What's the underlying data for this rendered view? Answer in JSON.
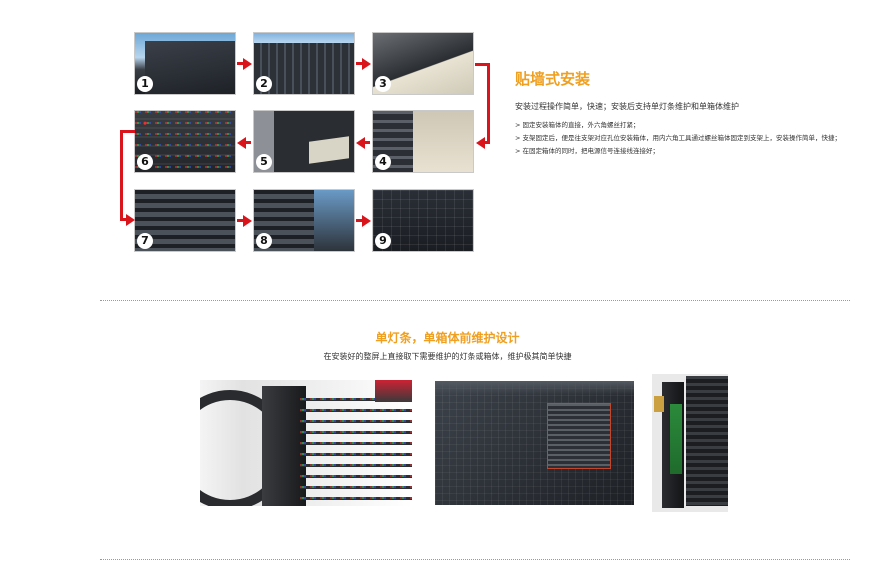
{
  "wall_mount": {
    "title": "贴墙式安装",
    "intro": "安装过程操作简单，快速；安装后支持单灯条维护和单箱体维护",
    "steps": [
      "> 固定安装箱体的直接，外六角螺丝打紧；",
      "> 支架固定后，便是往支架对应孔位安装箱体，用内六角工具通过螺丝箱体固定到支架上，安装操作简单，快捷；",
      "> 在固定箱体的同时，把电源信号连接线连接好；"
    ],
    "step_numbers": [
      "1",
      "2",
      "3",
      "4",
      "5",
      "6",
      "7",
      "8",
      "9"
    ]
  },
  "maintenance": {
    "title": "单灯条，单箱体前维护设计",
    "subtitle": "在安装好的整屏上直接取下需要维护的灯条或箱体，维护极其简单快捷"
  },
  "colors": {
    "accent": "#f0a020",
    "arrow": "#d9151b"
  }
}
